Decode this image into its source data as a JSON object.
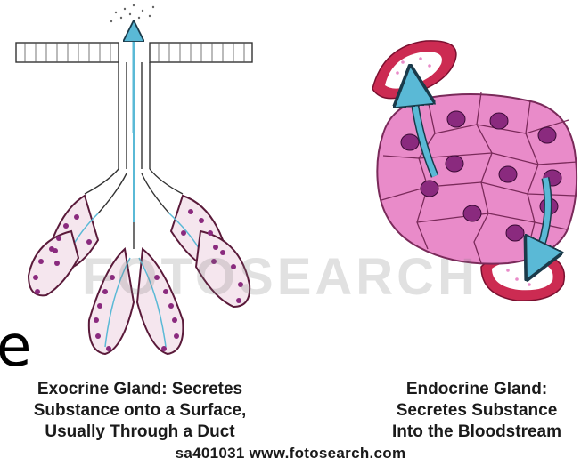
{
  "exocrine_caption": {
    "line1": "Exocrine Gland: Secretes",
    "line2": "Substance onto a Surface,",
    "line3": "Usually Through a Duct"
  },
  "endocrine_caption": {
    "line1": "Endocrine Gland:",
    "line2": "Secretes Substance",
    "line3": "Into the Bloodstream"
  },
  "credit": "sa401031  www.fotosearch.com",
  "watermark": "FOTOSEARCH",
  "edge_letter": "e",
  "colors": {
    "cell_pink": "#e98bc9",
    "nucleus": "#8a2a7e",
    "vessel_red": "#cc2b52",
    "arrow_blue": "#5ab9d6",
    "epithelium_outline": "#5a1a3a"
  },
  "icons": [
    "up-arrow-icon",
    "down-arrow-icon"
  ]
}
